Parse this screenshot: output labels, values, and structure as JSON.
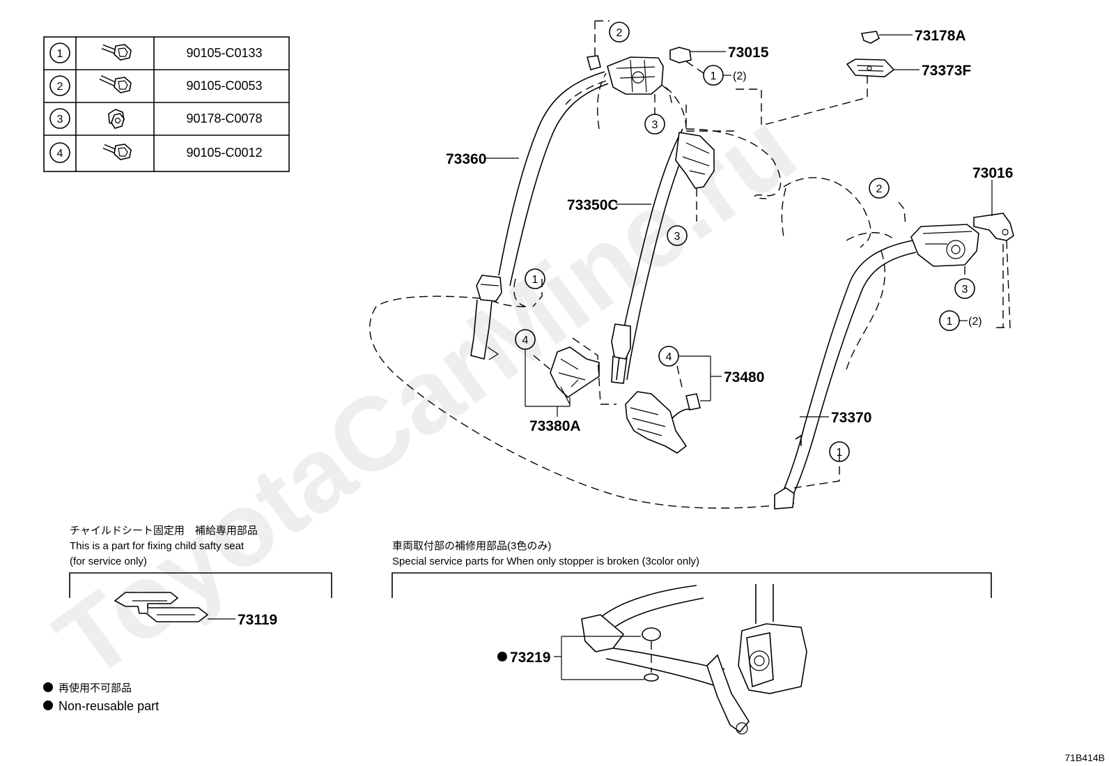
{
  "fastener_table": [
    {
      "ref": "1",
      "part_no": "90105-C0133"
    },
    {
      "ref": "2",
      "part_no": "90105-C0053"
    },
    {
      "ref": "3",
      "part_no": "90178-C0078"
    },
    {
      "ref": "4",
      "part_no": "90105-C0012"
    }
  ],
  "part_labels": {
    "p73015": "73015",
    "p73178A": "73178A",
    "p73373F": "73373F",
    "p73016": "73016",
    "p73360": "73360",
    "p73350C": "73350C",
    "p73480": "73480",
    "p73380A": "73380A",
    "p73370": "73370",
    "p73119": "73119",
    "p73219": "73219"
  },
  "callouts": {
    "one": "1",
    "two": "2",
    "three": "3",
    "four": "4",
    "alt_two": "(2)"
  },
  "child_seat_note": {
    "jp": "チャイルドシート固定用　補給専用部品",
    "en1": "This is a part for fixing child safty seat",
    "en2": "(for service only)"
  },
  "service_note": {
    "jp": "車両取付部の補修用部品(3色のみ)",
    "en": "Special service parts for When only stopper is broken (3color only)"
  },
  "legend": {
    "jp": "再使用不可部品",
    "en": "Non-reusable part"
  },
  "watermark": "ToyotaCarMine.ru",
  "diagram_code": "71B414B"
}
